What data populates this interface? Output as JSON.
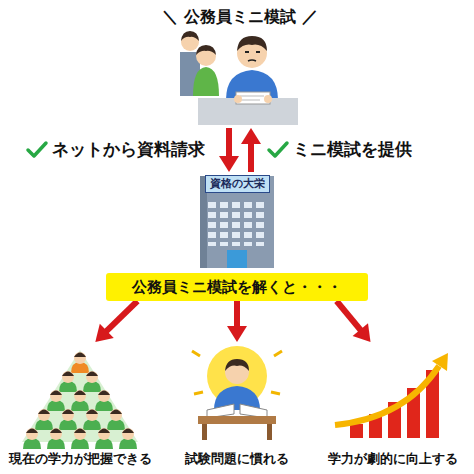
{
  "diagram": {
    "nodes": [
      {
        "text": [
          "＼ 公務員ミニ模試 ／"
        ]
      },
      {
        "text": [
          "資格の大栄"
        ]
      },
      {
        "text": [
          "公務員ミニ模試を解くと・・・"
        ]
      },
      {
        "text": [
          "現在の学力が把握できる"
        ]
      },
      {
        "text": [
          "試験問題に慣れる"
        ]
      },
      {
        "text": [
          "学力が劇的に向上する"
        ]
      }
    ],
    "edges": [
      {
        "from": 0,
        "to": 1,
        "arrow": "to",
        "label": "ネットから資料請求"
      },
      {
        "from": 1,
        "to": 0,
        "arrow": "to",
        "label": "ミニ模試を提供"
      },
      {
        "from": 2,
        "to": 3,
        "arrow": "to"
      },
      {
        "from": 2,
        "to": 4,
        "arrow": "to"
      },
      {
        "from": 2,
        "to": 5,
        "arrow": "to"
      }
    ]
  }
}
